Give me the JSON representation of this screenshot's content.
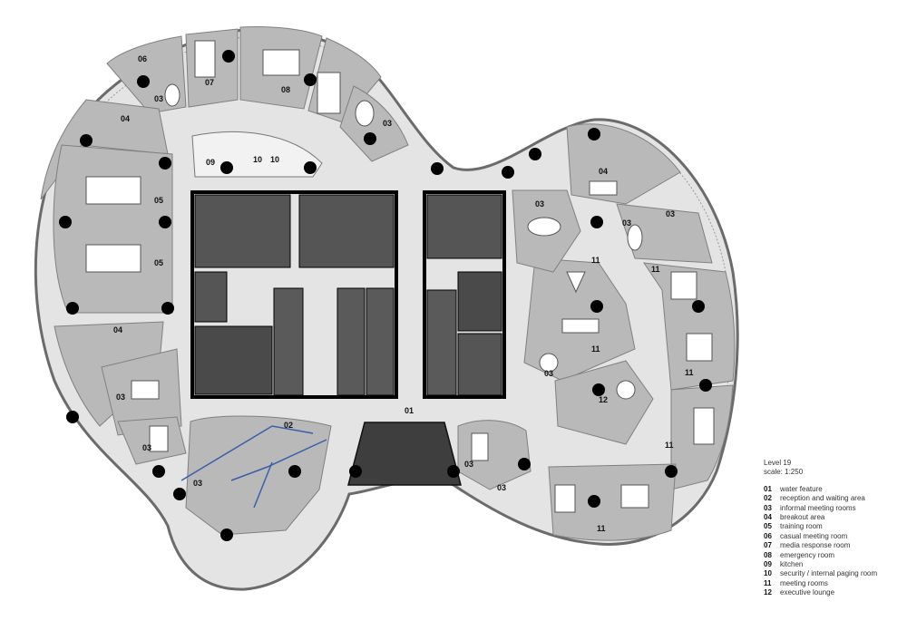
{
  "legend": {
    "title": "Level 19",
    "scale": "scale: 1:250",
    "items": [
      {
        "num": "01",
        "label": "water feature"
      },
      {
        "num": "02",
        "label": "reception and waiting area"
      },
      {
        "num": "03",
        "label": "informal meeting rooms"
      },
      {
        "num": "04",
        "label": "breakout area"
      },
      {
        "num": "05",
        "label": "training room"
      },
      {
        "num": "06",
        "label": "casual meeting room"
      },
      {
        "num": "07",
        "label": "media response room"
      },
      {
        "num": "08",
        "label": "emergency room"
      },
      {
        "num": "09",
        "label": "kitchen"
      },
      {
        "num": "10",
        "label": "security / internal paging room"
      },
      {
        "num": "11",
        "label": "meeting rooms"
      },
      {
        "num": "12",
        "label": "executive lounge"
      }
    ]
  },
  "plan": {
    "room_labels": {
      "r01": "01",
      "r02": "02",
      "r03a": "03",
      "r03b": "03",
      "r03c": "03",
      "r03d": "03",
      "r03e": "03",
      "r03f": "03",
      "r03g": "03",
      "r03h": "03",
      "r03i": "03",
      "r03j": "03",
      "r03k": "03",
      "r04a": "04",
      "r04b": "04",
      "r04c": "04",
      "r05a": "05",
      "r05b": "05",
      "r06": "06",
      "r07": "07",
      "r08": "08",
      "r09": "09",
      "r10a": "10",
      "r10b": "10",
      "r11a": "11",
      "r11b": "11",
      "r11c": "11",
      "r11d": "11",
      "r11e": "11",
      "r11f": "11",
      "r12": "12"
    }
  },
  "colors": {
    "floor": "#e4e4e4",
    "room_fill": "#b9b9b9",
    "core_fill": "#4a4a4a",
    "column": "#000000",
    "reception_line": "#3a5fa8"
  }
}
